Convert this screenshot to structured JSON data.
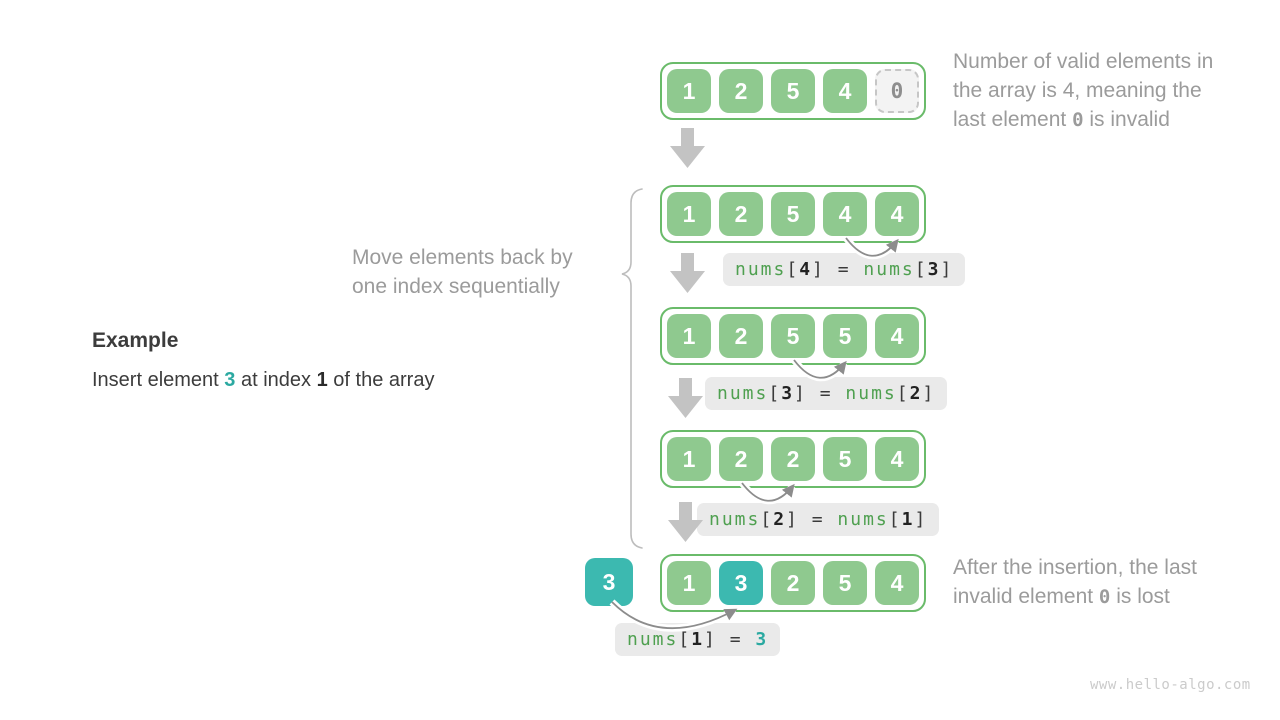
{
  "watermark": "www.hello-algo.com",
  "example": {
    "heading": "Example",
    "parts": [
      "Insert element ",
      "3",
      " at index ",
      "1",
      " of the array"
    ]
  },
  "notes": {
    "top": {
      "parts": [
        "Number of valid elements in\nthe array is 4, meaning the\nlast element ",
        "0",
        " is invalid"
      ]
    },
    "move": {
      "text": "Move elements back by\none index sequentially"
    },
    "after": {
      "parts": [
        "After the insertion, the last\ninvalid element ",
        "0",
        " is lost"
      ]
    }
  },
  "inserted": {
    "value": "3"
  },
  "arrays": [
    {
      "cells": [
        {
          "v": "1",
          "type": "green"
        },
        {
          "v": "2",
          "type": "green"
        },
        {
          "v": "5",
          "type": "green"
        },
        {
          "v": "4",
          "type": "green"
        },
        {
          "v": "0",
          "type": "invalid"
        }
      ]
    },
    {
      "cells": [
        {
          "v": "1",
          "type": "green"
        },
        {
          "v": "2",
          "type": "green"
        },
        {
          "v": "5",
          "type": "green"
        },
        {
          "v": "4",
          "type": "green"
        },
        {
          "v": "4",
          "type": "green"
        }
      ]
    },
    {
      "cells": [
        {
          "v": "1",
          "type": "green"
        },
        {
          "v": "2",
          "type": "green"
        },
        {
          "v": "5",
          "type": "green"
        },
        {
          "v": "5",
          "type": "green"
        },
        {
          "v": "4",
          "type": "green"
        }
      ]
    },
    {
      "cells": [
        {
          "v": "1",
          "type": "green"
        },
        {
          "v": "2",
          "type": "green"
        },
        {
          "v": "2",
          "type": "green"
        },
        {
          "v": "5",
          "type": "green"
        },
        {
          "v": "4",
          "type": "green"
        }
      ]
    },
    {
      "cells": [
        {
          "v": "1",
          "type": "green"
        },
        {
          "v": "3",
          "type": "teal"
        },
        {
          "v": "2",
          "type": "green"
        },
        {
          "v": "5",
          "type": "green"
        },
        {
          "v": "4",
          "type": "green"
        }
      ]
    }
  ],
  "ops": [
    {
      "tokens": [
        {
          "text": "nums",
          "type": "fn"
        },
        {
          "text": "[",
          "type": "br"
        },
        {
          "text": "4",
          "type": "idx"
        },
        {
          "text": "]",
          "type": "br"
        },
        {
          "text": " = ",
          "type": "br"
        },
        {
          "text": "nums",
          "type": "fn"
        },
        {
          "text": "[",
          "type": "br"
        },
        {
          "text": "3",
          "type": "idx"
        },
        {
          "text": "]",
          "type": "br"
        }
      ]
    },
    {
      "tokens": [
        {
          "text": "nums",
          "type": "fn"
        },
        {
          "text": "[",
          "type": "br"
        },
        {
          "text": "3",
          "type": "idx"
        },
        {
          "text": "]",
          "type": "br"
        },
        {
          "text": " = ",
          "type": "br"
        },
        {
          "text": "nums",
          "type": "fn"
        },
        {
          "text": "[",
          "type": "br"
        },
        {
          "text": "2",
          "type": "idx"
        },
        {
          "text": "]",
          "type": "br"
        }
      ]
    },
    {
      "tokens": [
        {
          "text": "nums",
          "type": "fn"
        },
        {
          "text": "[",
          "type": "br"
        },
        {
          "text": "2",
          "type": "idx"
        },
        {
          "text": "]",
          "type": "br"
        },
        {
          "text": " = ",
          "type": "br"
        },
        {
          "text": "nums",
          "type": "fn"
        },
        {
          "text": "[",
          "type": "br"
        },
        {
          "text": "1",
          "type": "idx"
        },
        {
          "text": "]",
          "type": "br"
        }
      ]
    },
    {
      "tokens": [
        {
          "text": "nums",
          "type": "fn"
        },
        {
          "text": "[",
          "type": "br"
        },
        {
          "text": "1",
          "type": "idx"
        },
        {
          "text": "]",
          "type": "br"
        },
        {
          "text": " = ",
          "type": "br"
        },
        {
          "text": "3",
          "type": "val"
        }
      ]
    }
  ],
  "colors": {
    "cell_green": "#8FC98F",
    "array_border_green": "#6ABB6A",
    "teal": "#3CB9B0",
    "code_green": "#4FA050",
    "code_teal": "#2BA9A1",
    "label_bg": "#EAEAEA",
    "note_gray": "#9B9B9B",
    "arrow_gray": "#C3C3C3",
    "arc_gray": "#8C8C8C"
  }
}
